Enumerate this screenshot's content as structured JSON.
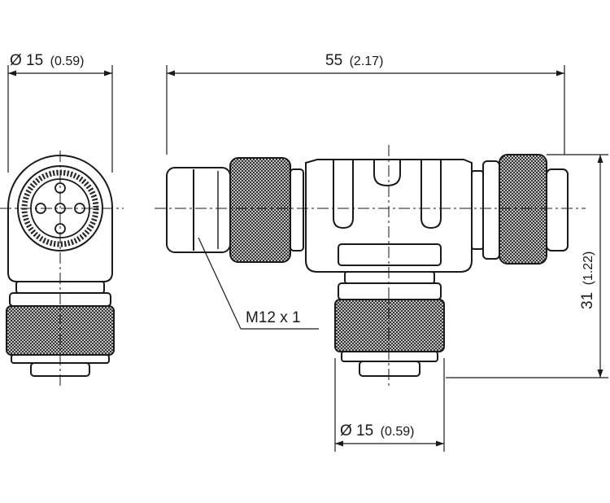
{
  "dimensions": {
    "left_diameter": {
      "main": "Ø 15",
      "sub": "(0.59)"
    },
    "overall_length": {
      "main": "55",
      "sub": "(2.17)"
    },
    "height": {
      "main": "31",
      "sub": "(1.22)"
    },
    "bottom_diameter": {
      "main": "Ø 15",
      "sub": "(0.59)"
    }
  },
  "callouts": {
    "thread": "M12 x 1"
  },
  "colors": {
    "line": "#1a1a1a",
    "knurl": "#3a3a3a",
    "background": "#ffffff"
  }
}
